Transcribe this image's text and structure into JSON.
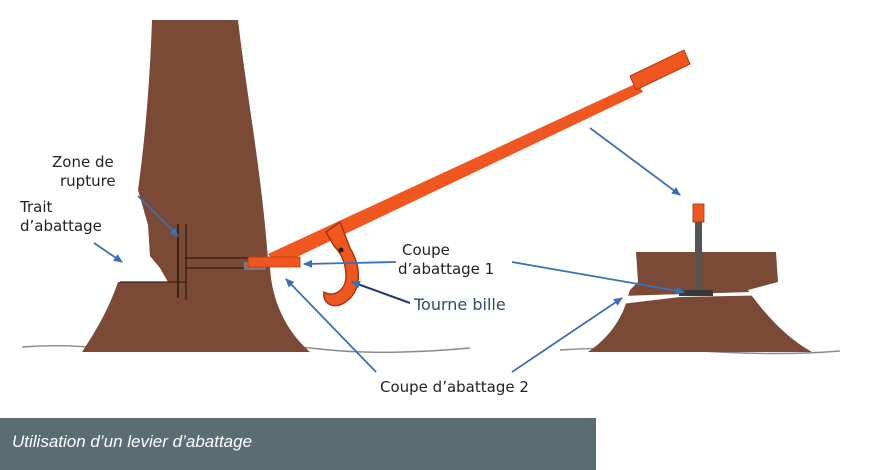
{
  "labels": {
    "zone_de_rupture_1": "Zone de",
    "zone_de_rupture_2": "rupture",
    "trait_abattage_1": "Trait",
    "trait_abattage_2": "d’abattage",
    "coupe_abattage_1_a": "Coupe",
    "coupe_abattage_1_b": "d’abattage 1",
    "tourne_bille": "Tourne bille",
    "coupe_abattage_2": "Coupe d’abattage 2"
  },
  "caption": "Utilisation d’un levier d’abattage",
  "colors": {
    "wood": "#7b4a36",
    "lever": "#f0561f",
    "arrow": "#3b6fb6",
    "caption_bg": "#5a6e72",
    "steel": "#5c5c5c"
  }
}
